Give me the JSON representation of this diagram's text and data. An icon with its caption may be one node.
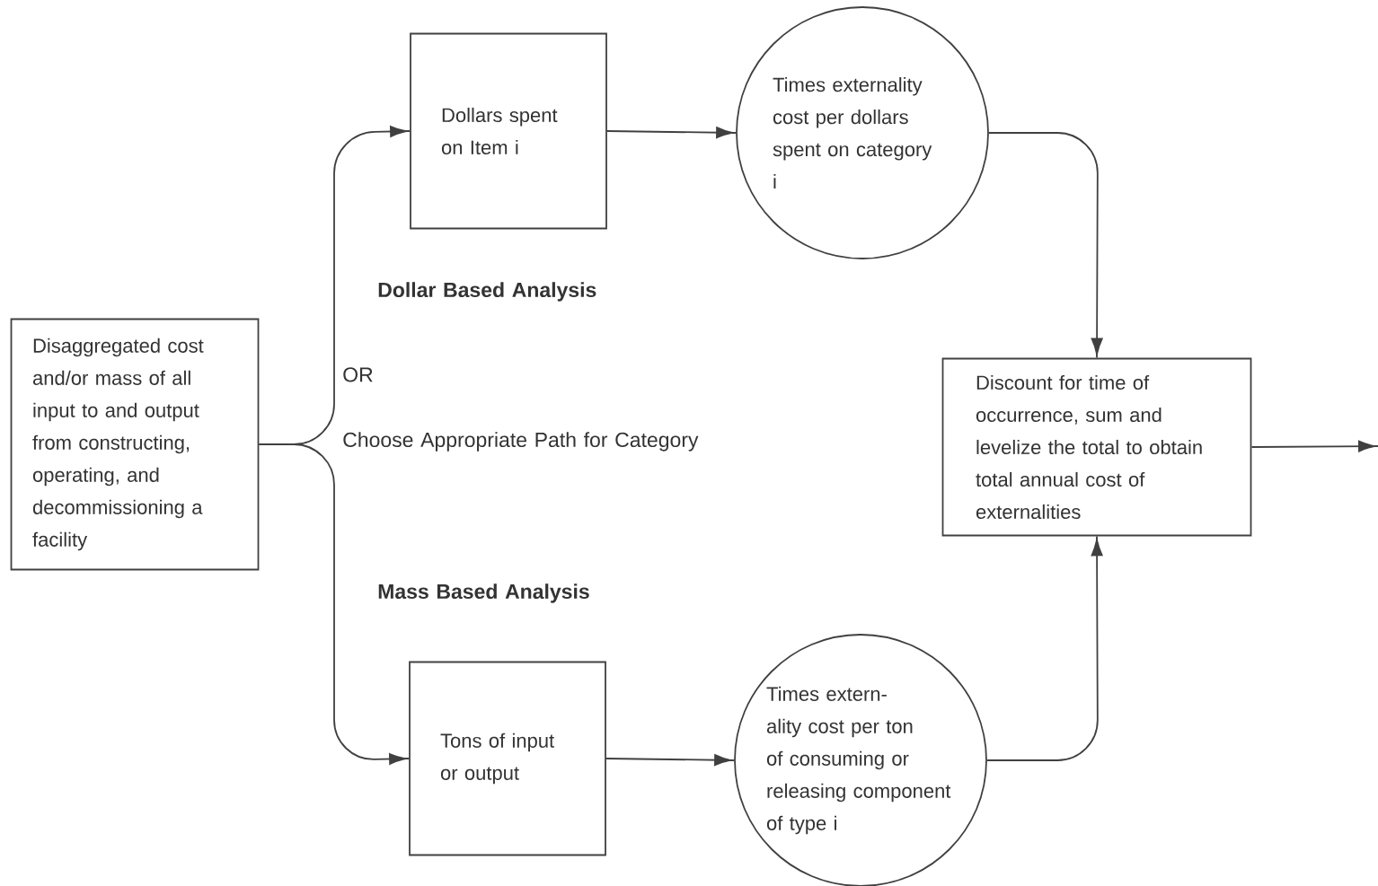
{
  "diagram": {
    "nodes": [
      {
        "text": [
          "Disaggregated cost and/or mass of all input to and output from constructing, operating, and decommissioning a facility"
        ]
      },
      {
        "text": [
          "Dollars spent on Item i"
        ]
      },
      {
        "text": [
          "Times externality cost per dollars spent on category i"
        ]
      },
      {
        "text": [
          "Discount for time of occurrence, sum and levelize the total to obtain total annual cost of externalities"
        ]
      },
      {
        "text": [
          "Tons of input or output"
        ]
      },
      {
        "text": [
          "Times extern-ality cost per ton of consuming or releasing component of type i"
        ]
      }
    ],
    "edges": [
      {
        "from": 0,
        "to": 1,
        "arrow": "to"
      },
      {
        "from": 0,
        "to": 4,
        "arrow": "to"
      },
      {
        "from": 1,
        "to": 2,
        "arrow": "to"
      },
      {
        "from": 4,
        "to": 5,
        "arrow": "to"
      },
      {
        "from": 2,
        "to": 3,
        "arrow": "to"
      },
      {
        "from": 5,
        "to": 3,
        "arrow": "to"
      },
      {
        "from": 3,
        "to": null,
        "arrow": "to"
      }
    ],
    "labels": [
      "Dollar Based Analysis",
      "OR",
      "Choose Appropriate Path for Category",
      "Mass Based Analysis"
    ]
  }
}
